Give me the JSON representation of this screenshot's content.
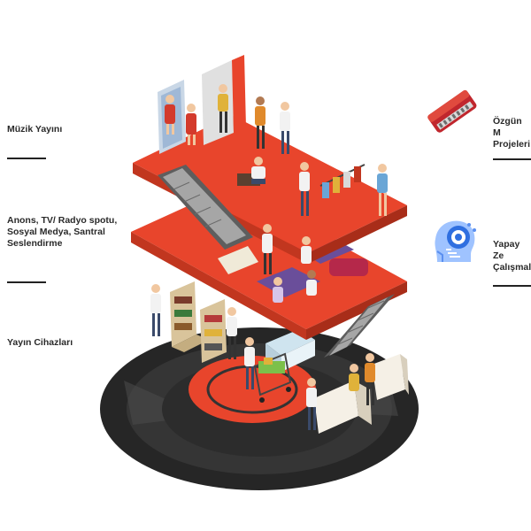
{
  "left_menu": {
    "items": [
      {
        "label": "Müzik Yayını"
      },
      {
        "label": "Anons, TV/ Radyo spotu,\nSosyal Medya, Santral\nSeslendirme"
      },
      {
        "label": "Yayın Cihazları"
      }
    ]
  },
  "right_menu": {
    "items": [
      {
        "label": "Özgün M\nProjeleri"
      },
      {
        "label": "Yapay Ze\nÇalışmal"
      }
    ]
  },
  "icons": {
    "harmonica": "harmonica-icon",
    "ai_head": "ai-head-icon"
  },
  "colors": {
    "accent": "#e8452c",
    "dark": "#2b2b2b",
    "blue": "#3b82f6"
  }
}
